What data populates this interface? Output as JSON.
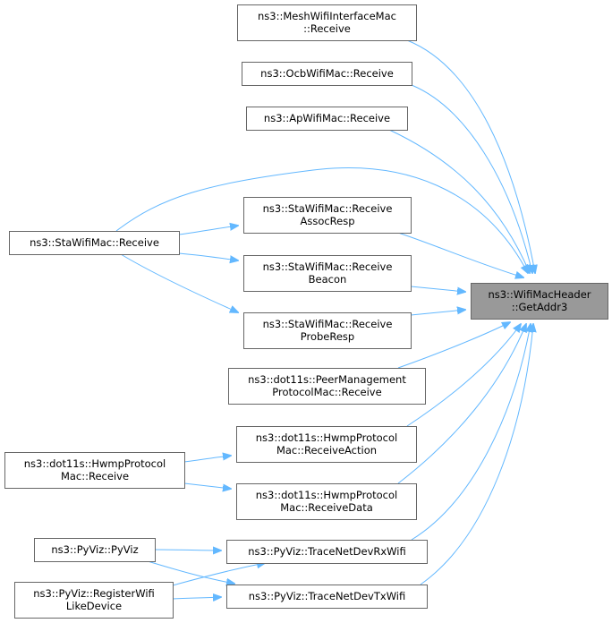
{
  "diagram": {
    "nodes": [
      {
        "id": "getaddr3",
        "lines": [
          "ns3::WifiMacHeader",
          "::GetAddr3"
        ],
        "focus": true
      },
      {
        "id": "mesh_receive",
        "lines": [
          "ns3::MeshWifiInterfaceMac",
          "::Receive"
        ]
      },
      {
        "id": "ocb_receive",
        "lines": [
          "ns3::OcbWifiMac::Receive"
        ]
      },
      {
        "id": "ap_receive",
        "lines": [
          "ns3::ApWifiMac::Receive"
        ]
      },
      {
        "id": "sta_assoc",
        "lines": [
          "ns3::StaWifiMac::Receive",
          "AssocResp"
        ]
      },
      {
        "id": "sta_receive",
        "lines": [
          "ns3::StaWifiMac::Receive"
        ]
      },
      {
        "id": "sta_beacon",
        "lines": [
          "ns3::StaWifiMac::Receive",
          "Beacon"
        ]
      },
      {
        "id": "sta_probe",
        "lines": [
          "ns3::StaWifiMac::Receive",
          "ProbeResp"
        ]
      },
      {
        "id": "peer_receive",
        "lines": [
          "ns3::dot11s::PeerManagement",
          "ProtocolMac::Receive"
        ]
      },
      {
        "id": "hwmp_action",
        "lines": [
          "ns3::dot11s::HwmpProtocol",
          "Mac::ReceiveAction"
        ]
      },
      {
        "id": "hwmp_receive",
        "lines": [
          "ns3::dot11s::HwmpProtocol",
          "Mac::Receive"
        ]
      },
      {
        "id": "hwmp_data",
        "lines": [
          "ns3::dot11s::HwmpProtocol",
          "Mac::ReceiveData"
        ]
      },
      {
        "id": "pyviz",
        "lines": [
          "ns3::PyViz::PyViz"
        ]
      },
      {
        "id": "trace_rx",
        "lines": [
          "ns3::PyViz::TraceNetDevRxWifi"
        ]
      },
      {
        "id": "register_wifi",
        "lines": [
          "ns3::PyViz::RegisterWifi",
          "LikeDevice"
        ]
      },
      {
        "id": "trace_tx",
        "lines": [
          "ns3::PyViz::TraceNetDevTxWifi"
        ]
      }
    ],
    "edges": [
      {
        "from": "mesh_receive",
        "to": "getaddr3"
      },
      {
        "from": "ocb_receive",
        "to": "getaddr3"
      },
      {
        "from": "ap_receive",
        "to": "getaddr3"
      },
      {
        "from": "sta_receive",
        "to": "getaddr3"
      },
      {
        "from": "sta_receive",
        "to": "sta_assoc"
      },
      {
        "from": "sta_receive",
        "to": "sta_beacon"
      },
      {
        "from": "sta_receive",
        "to": "sta_probe"
      },
      {
        "from": "sta_assoc",
        "to": "getaddr3"
      },
      {
        "from": "sta_beacon",
        "to": "getaddr3"
      },
      {
        "from": "sta_probe",
        "to": "getaddr3"
      },
      {
        "from": "peer_receive",
        "to": "getaddr3"
      },
      {
        "from": "hwmp_action",
        "to": "getaddr3"
      },
      {
        "from": "hwmp_receive",
        "to": "hwmp_action"
      },
      {
        "from": "hwmp_receive",
        "to": "hwmp_data"
      },
      {
        "from": "hwmp_data",
        "to": "getaddr3"
      },
      {
        "from": "trace_rx",
        "to": "getaddr3"
      },
      {
        "from": "trace_tx",
        "to": "getaddr3"
      },
      {
        "from": "pyviz",
        "to": "trace_rx"
      },
      {
        "from": "pyviz",
        "to": "trace_tx"
      },
      {
        "from": "register_wifi",
        "to": "trace_rx"
      },
      {
        "from": "register_wifi",
        "to": "trace_tx"
      }
    ],
    "colors": {
      "edge": "#63b8ff",
      "node_border": "#666666",
      "node_fill": "#ffffff",
      "focus_fill": "#999999",
      "text": "#000000"
    }
  }
}
